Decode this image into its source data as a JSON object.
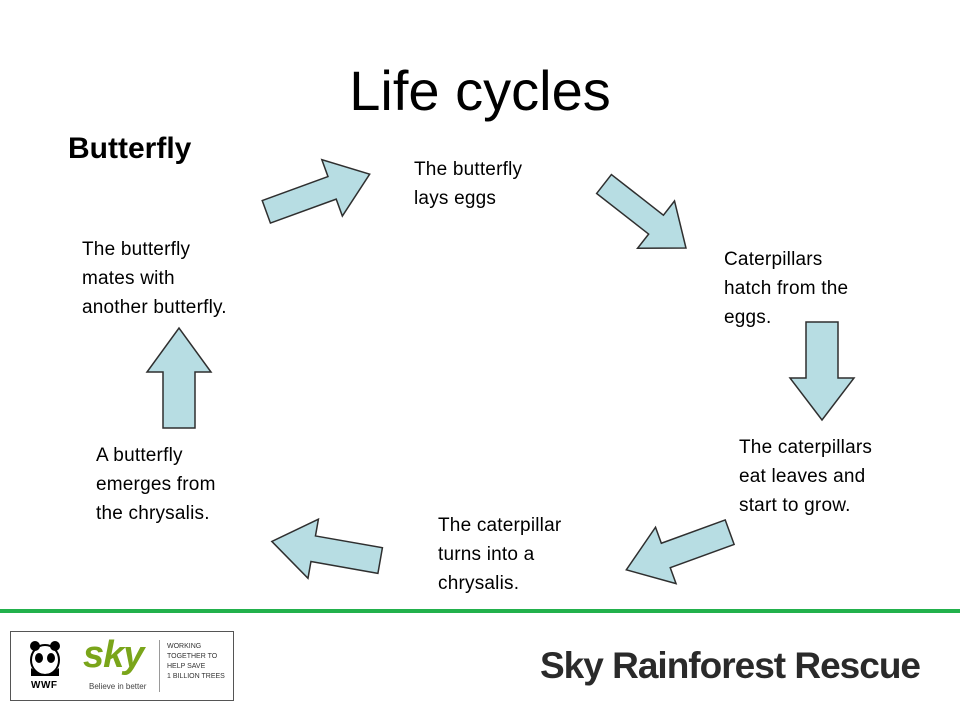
{
  "title": "Life cycles",
  "subtitle": "Butterfly",
  "steps": [
    {
      "lines": [
        "The butterfly",
        "lays eggs"
      ]
    },
    {
      "lines": [
        "Caterpillars",
        "hatch from the",
        "eggs."
      ]
    },
    {
      "lines": [
        "The caterpillars",
        "eat leaves and",
        "start to grow."
      ]
    },
    {
      "lines": [
        "The caterpillar",
        "turns into a",
        "chrysalis."
      ]
    },
    {
      "lines": [
        "A butterfly",
        "emerges from",
        "the chrysalis."
      ]
    },
    {
      "lines": [
        "The butterfly",
        "mates with",
        "another butterfly."
      ]
    }
  ],
  "colors": {
    "arrow_fill": "#b7dde3",
    "arrow_stroke": "#2f2f2f",
    "rule": "#22b14c"
  },
  "footer": {
    "wwf": "WWF",
    "sky": "sky",
    "believe": "Believe in better",
    "working_lines": [
      "WORKING",
      "TOGETHER TO",
      "HELP SAVE",
      "1 BILLION TREES"
    ],
    "brand": "Sky Rainforest Rescue"
  }
}
